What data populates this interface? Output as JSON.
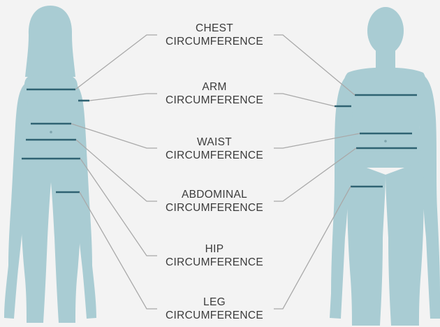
{
  "colors": {
    "background": "#f3f3f3",
    "silhouette": "#a9ccd3",
    "measure_line": "#2f6272",
    "leader_line": "#a9a9a9",
    "text": "#3b3b3b"
  },
  "labels": [
    {
      "id": "chest",
      "line1": "CHEST",
      "line2": "CIRCUMFERENCE"
    },
    {
      "id": "arm",
      "line1": "ARM",
      "line2": "CIRCUMFERENCE"
    },
    {
      "id": "waist",
      "line1": "WAIST",
      "line2": "CIRCUMFERENCE"
    },
    {
      "id": "abdominal",
      "line1": "ABDOMINAL",
      "line2": "CIRCUMFERENCE"
    },
    {
      "id": "hip",
      "line1": "HIP",
      "line2": "CIRCUMFERENCE"
    },
    {
      "id": "leg",
      "line1": "LEG",
      "line2": "CIRCUMFERENCE"
    }
  ]
}
